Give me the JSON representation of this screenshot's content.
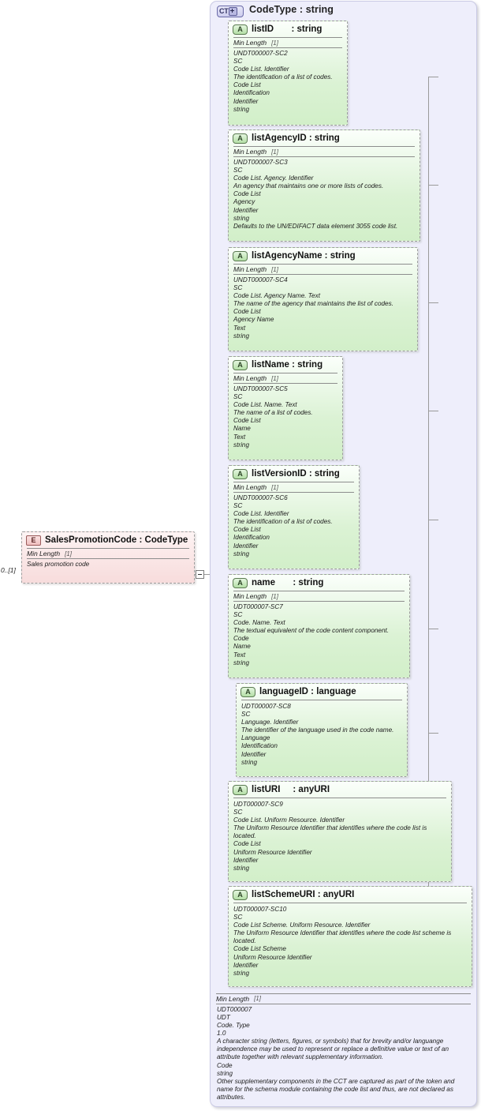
{
  "diagram": {
    "type": "xsd-schema-diagram",
    "colors": {
      "container_bg": "#eeeefb",
      "attribute_bg": "#d9f2d2",
      "element_bg": "#f8e4e4",
      "line": "#9a9a9a"
    }
  },
  "complex_type": {
    "icon": "complex-type-icon",
    "icon_text": "CT",
    "expander": "plus-icon",
    "title": "CodeType : string",
    "footer": {
      "facet_label": "Min Length",
      "facet_occurrence": "[1]",
      "documentation": [
        "UDT000007",
        "UDT",
        "Code. Type",
        "1.0",
        "A character string (letters, figures, or symbols) that for brevity and/or languange independence may be used to represent or replace a definitive value or text of an attribute together with relevant supplementary information.",
        "Code",
        "string",
        "Other supplementary components in the CCT are captured as part of the token and name for the schema module containing the code list and thus, are not declared as attributes."
      ]
    }
  },
  "element": {
    "icon": "element-icon",
    "icon_text": "E",
    "title": "SalesPromotionCode : CodeType",
    "facet_label": "Min Length",
    "facet_occurrence": "[1]",
    "documentation": "Sales promotion code",
    "cardinality": "0..[1]",
    "connector": "collapse-minus-icon"
  },
  "attributes": [
    {
      "icon_text": "A",
      "name": "listID",
      "name_padded": "listID       : string",
      "type": "string",
      "facet_label": "Min Length",
      "facet_occurrence": "[1]",
      "has_facet": true,
      "documentation": [
        "UNDT000007-SC2",
        "SC",
        "Code List. Identifier",
        "The identification of a list of codes.",
        "Code List",
        "Identification",
        "Identifier",
        "string"
      ]
    },
    {
      "icon_text": "A",
      "name": "listAgencyID",
      "name_padded": "listAgencyID : string",
      "type": "string",
      "facet_label": "Min Length",
      "facet_occurrence": "[1]",
      "has_facet": true,
      "documentation": [
        "UNDT000007-SC3",
        "SC",
        "Code List. Agency. Identifier",
        "An agency that maintains one or more lists of codes.",
        "Code List",
        "Agency",
        "Identifier",
        "string",
        "Defaults to the UN/EDIFACT data element 3055 code list."
      ]
    },
    {
      "icon_text": "A",
      "name": "listAgencyName",
      "name_padded": "listAgencyName : string",
      "type": "string",
      "facet_label": "Min Length",
      "facet_occurrence": "[1]",
      "has_facet": true,
      "documentation": [
        "UNDT000007-SC4",
        "SC",
        "Code List. Agency Name. Text",
        "The name of the agency that maintains the list of codes.",
        "Code List",
        "Agency Name",
        "Text",
        "string"
      ]
    },
    {
      "icon_text": "A",
      "name": "listName",
      "name_padded": "listName : string",
      "type": "string",
      "facet_label": "Min Length",
      "facet_occurrence": "[1]",
      "has_facet": true,
      "documentation": [
        "UNDT000007-SC5",
        "SC",
        "Code List. Name. Text",
        "The name of a list of codes.",
        "Code List",
        "Name",
        "Text",
        "string"
      ]
    },
    {
      "icon_text": "A",
      "name": "listVersionID",
      "name_padded": "listVersionID : string",
      "type": "string",
      "facet_label": "Min Length",
      "facet_occurrence": "[1]",
      "has_facet": true,
      "documentation": [
        "UNDT000007-SC6",
        "SC",
        "Code List. Identifier",
        "The identification of a list of codes.",
        "Code List",
        "Identification",
        "Identifier",
        "string"
      ]
    },
    {
      "icon_text": "A",
      "name": "name",
      "name_padded": "name       : string",
      "type": "string",
      "facet_label": "Min Length",
      "facet_occurrence": "[1]",
      "has_facet": true,
      "documentation": [
        "UDT000007-SC7",
        "SC",
        "Code. Name. Text",
        "The textual equivalent of the code content component.",
        "Code",
        "Name",
        "Text",
        "string"
      ]
    },
    {
      "icon_text": "A",
      "name": "languageID",
      "name_padded": "languageID : language",
      "type": "language",
      "facet_label": "",
      "facet_occurrence": "",
      "has_facet": false,
      "documentation": [
        "UDT000007-SC8",
        "SC",
        "Language. Identifier",
        "The identifier of the language used in the code name.",
        "Language",
        "Identification",
        "Identifier",
        "string"
      ]
    },
    {
      "icon_text": "A",
      "name": "listURI",
      "name_padded": "listURI     : anyURI",
      "type": "anyURI",
      "facet_label": "",
      "facet_occurrence": "",
      "has_facet": false,
      "documentation": [
        "UDT000007-SC9",
        "SC",
        "Code List. Uniform Resource. Identifier",
        "The Uniform Resource Identifier that identifies where the code list is located.",
        "Code List",
        "Uniform Resource Identifier",
        "Identifier",
        "string"
      ]
    },
    {
      "icon_text": "A",
      "name": "listSchemeURI",
      "name_padded": "listSchemeURI : anyURI",
      "type": "anyURI",
      "facet_label": "",
      "facet_occurrence": "",
      "has_facet": false,
      "documentation": [
        "UDT000007-SC10",
        "SC",
        "Code List Scheme. Uniform Resource. Identifier",
        "The Uniform Resource Identifier that identifies where the code list scheme is located.",
        "Code List Scheme",
        "Uniform Resource Identifier",
        "Identifier",
        "string"
      ]
    }
  ]
}
